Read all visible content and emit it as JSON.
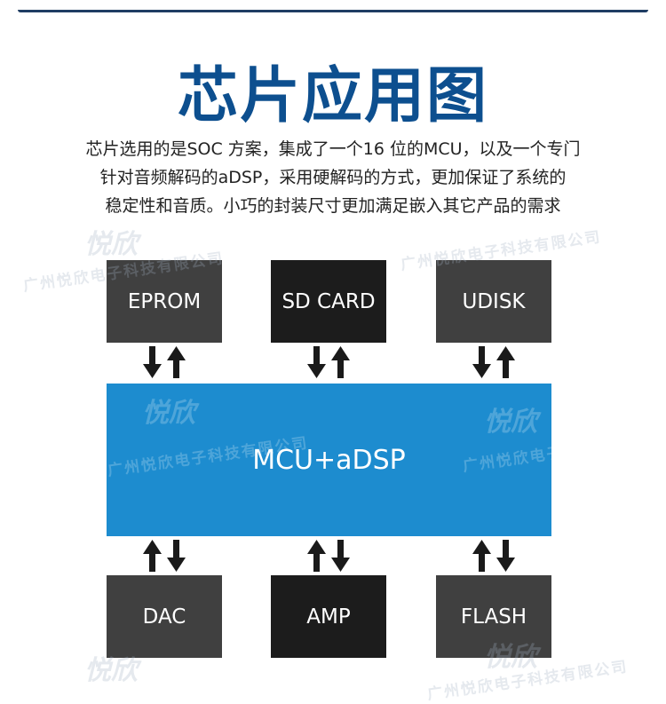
{
  "title": "芯片应用图",
  "description": [
    "芯片选用的是SOC 方案，集成了一个16 位的MCU，以及一个专门",
    "针对音频解码的aDSP，采用硬解码的方式，更加保证了系统的",
    "稳定性和音质。小巧的封装尺寸更加满足嵌入其它产品的需求"
  ],
  "top_boxes": [
    {
      "label": "EPROM",
      "color": "#404040"
    },
    {
      "label": "SD CARD",
      "color": "#1c1c1c"
    },
    {
      "label": "UDISK",
      "color": "#404040"
    }
  ],
  "core": {
    "label": "MCU+aDSP",
    "color": "#1d8ccf"
  },
  "bottom_boxes": [
    {
      "label": "DAC",
      "color": "#404040"
    },
    {
      "label": "AMP",
      "color": "#1c1c1c"
    },
    {
      "label": "FLASH",
      "color": "#404040"
    }
  ],
  "watermark": {
    "logo": "悦欣",
    "company": "广州悦欣电子科技有限公司"
  },
  "colors": {
    "title": "#0d4f8f",
    "arrow": "#1a1a1a",
    "text": "#222222"
  }
}
